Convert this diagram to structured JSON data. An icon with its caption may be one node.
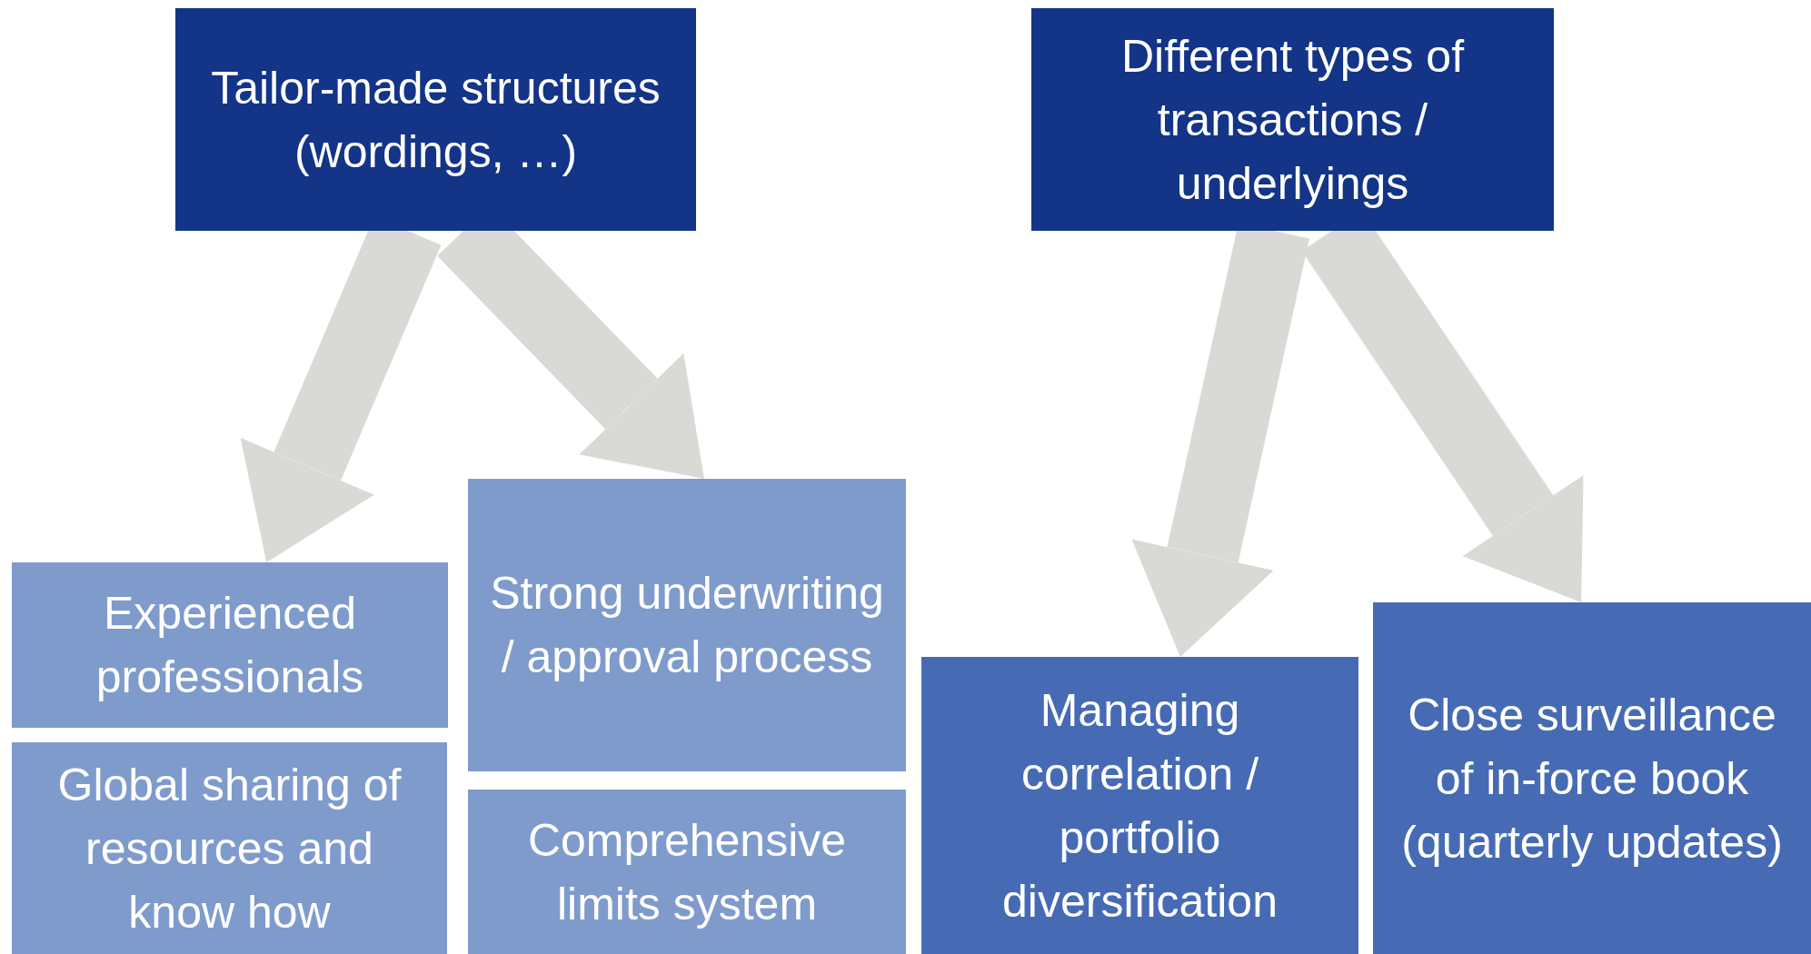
{
  "diagram": {
    "nodes": [
      {
        "text": [
          "Tailor-made structures (wordings, …)"
        ]
      },
      {
        "text": [
          "Different types of transactions / underlyings"
        ]
      },
      {
        "text": [
          "Experienced professionals"
        ]
      },
      {
        "text": [
          "Global sharing of resources and know how"
        ]
      },
      {
        "text": [
          "Strong underwriting / approval process"
        ]
      },
      {
        "text": [
          "Comprehensive limits system"
        ]
      },
      {
        "text": [
          "Managing correlation / portfolio diversification"
        ]
      },
      {
        "text": [
          "Close surveillance of in-force book (quarterly updates)"
        ]
      }
    ],
    "edges": [
      {
        "from": 0,
        "to": 2,
        "arrow": "to"
      },
      {
        "from": 0,
        "to": 4,
        "arrow": "to"
      },
      {
        "from": 1,
        "to": 6,
        "arrow": "to"
      },
      {
        "from": 1,
        "to": 7,
        "arrow": "to"
      }
    ]
  }
}
